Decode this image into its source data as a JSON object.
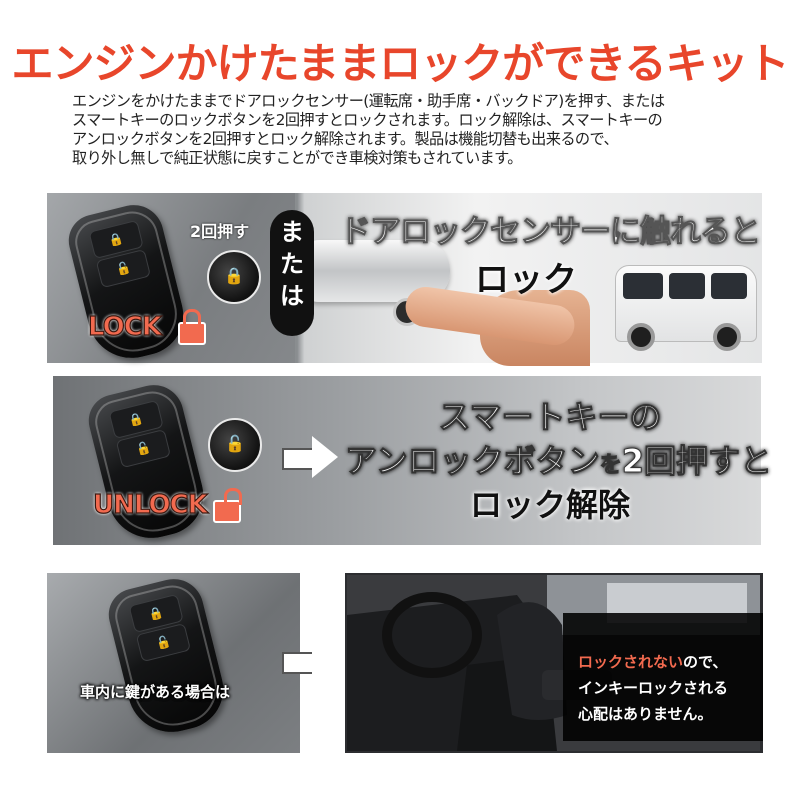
{
  "header": {
    "title": "エンジンかけたままロックができるキット",
    "description_lines": [
      "エンジンをかけたままでドアロックセンサー(運転席・助手席・バックドア)を押す、または",
      "スマートキーのロックボタンを2回押すとロックされます。ロック解除は、スマートキーの",
      "アンロックボタンを2回押すとロック解除されます。製品は機能切替も出来るので、",
      "取り外し無しで純正状態に戻すことができ車検対策もされています。"
    ]
  },
  "panel_lock": {
    "push_twice": "2回押す",
    "lock_word": "LOCK",
    "or_vertical": [
      "ま",
      "た",
      "は"
    ],
    "headline": "ドアロックセンサーに触れると",
    "headline_sub": "ロック",
    "icons": [
      "key-fob-icon",
      "padlock-closed-icon",
      "van-icon"
    ]
  },
  "panel_unlock": {
    "unlock_word": "UNLOCK",
    "line1": "スマートキーの",
    "line2_a": "アンロックボタン",
    "line2_b": "を",
    "line2_c": "2回押すと",
    "line3": "ロック解除",
    "icons": [
      "key-fob-icon",
      "padlock-open-icon",
      "arrow-right-icon"
    ]
  },
  "panel_inside": {
    "label": "車内に鍵がある場合は",
    "msg_highlight": "ロックされない",
    "msg_line1_rest": "ので、",
    "msg_line2": "インキーロックされる",
    "msg_line3": "心配はありません。"
  },
  "colors": {
    "title_red": "#e8462b",
    "lock_orange": "#f26a4f"
  }
}
